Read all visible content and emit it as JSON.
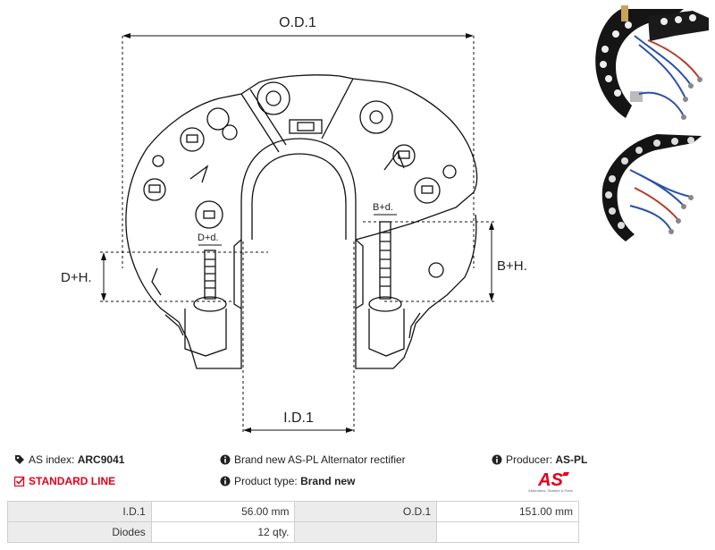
{
  "diagram": {
    "od_label": "O.D.1",
    "id_label": "I.D.1",
    "dh_label": "D+H.",
    "bh_label": "B+H.",
    "dd_label": "D+d.",
    "bd_label": "B+d."
  },
  "info": {
    "as_index_label": "AS index:",
    "as_index_value": "ARC9041",
    "standard_line": "STANDARD LINE",
    "description": "Brand new AS-PL Alternator rectifier",
    "product_type_label": "Product type:",
    "product_type_value": "Brand new",
    "producer_label": "Producer:",
    "producer_value": "AS-PL"
  },
  "logo": {
    "text": "AS",
    "tagline": "Alternators, Starters & Parts",
    "color": "#e2001a"
  },
  "specs": {
    "rows": [
      {
        "l1": "I.D.1",
        "v1": "56.00 mm",
        "l2": "O.D.1",
        "v2": "151.00 mm"
      },
      {
        "l1": "Diodes",
        "v1": "12 qty.",
        "l2": "",
        "v2": ""
      }
    ]
  },
  "icons": {
    "tag": "tag-icon",
    "check": "check-square-icon",
    "info": "info-circle-icon"
  }
}
